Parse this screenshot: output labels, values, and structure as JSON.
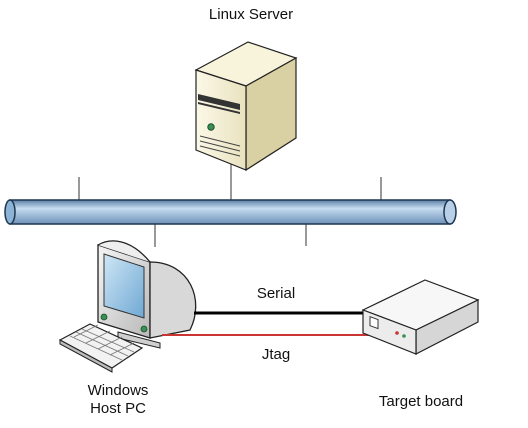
{
  "diagram": {
    "nodes": {
      "server": {
        "label": "Linux Server",
        "icon": "tower-server-icon"
      },
      "host": {
        "label_line1": "Windows",
        "label_line2": "Host PC",
        "icon": "crt-monitor-icon"
      },
      "target": {
        "label": "Target board",
        "icon": "target-board-box-icon"
      },
      "network": {
        "icon": "network-bus-pipe"
      }
    },
    "links": {
      "serial": {
        "label": "Serial",
        "color": "#000000"
      },
      "jtag": {
        "label": "Jtag",
        "color": "#cc3333"
      }
    },
    "colors": {
      "bus": "#8db3d6",
      "server_body": "#f3edcf",
      "monitor_body": "#e8e8e8",
      "board_body": "#f0f0f0"
    }
  }
}
